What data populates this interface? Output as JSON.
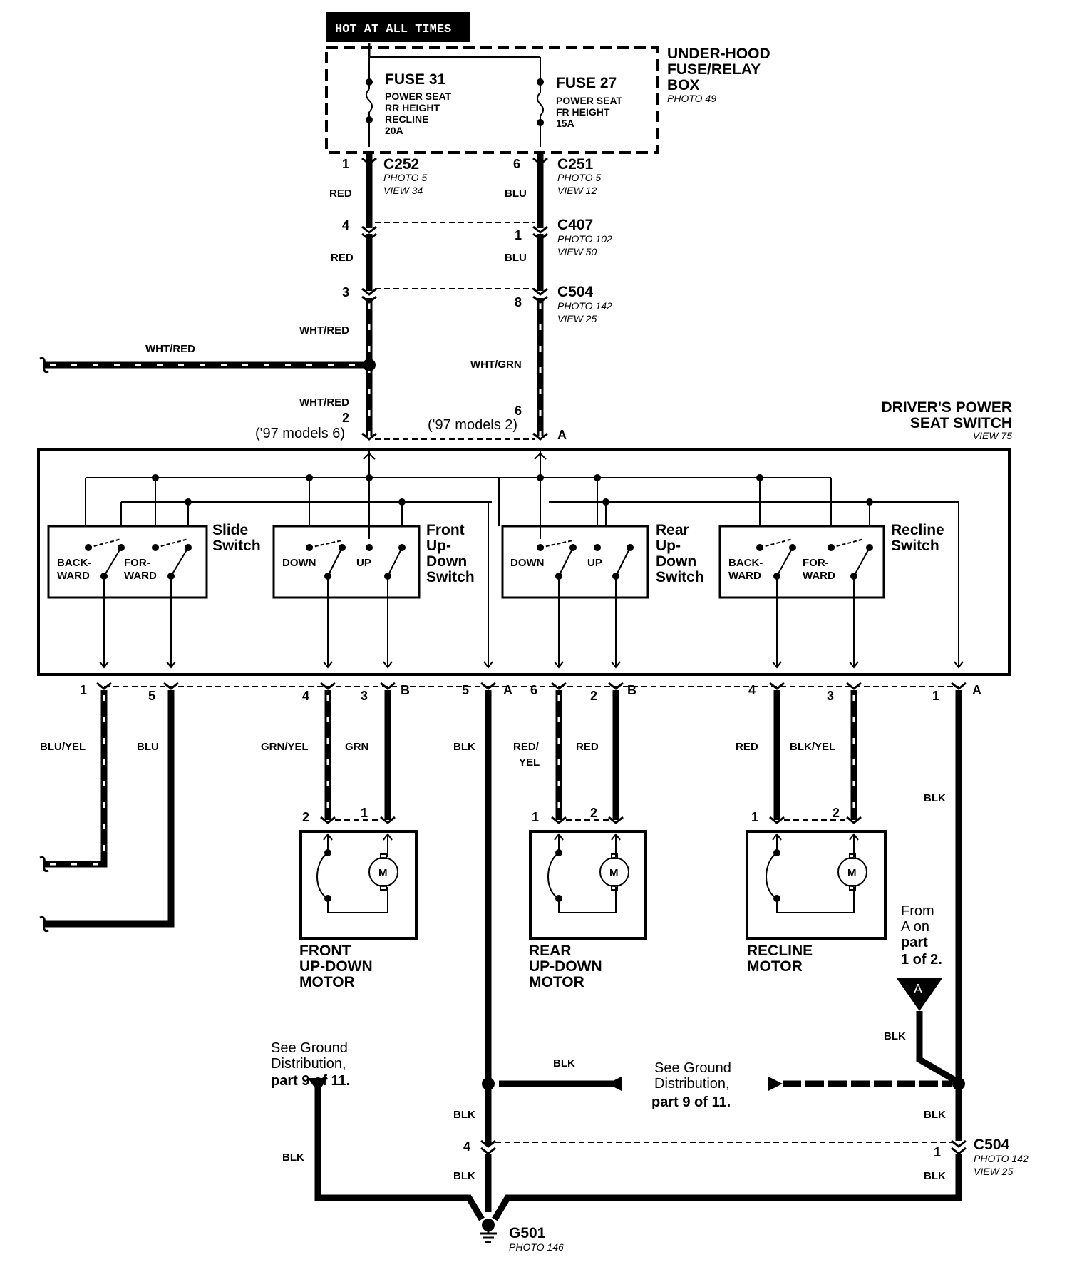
{
  "header": {
    "hot_at_all_times": "HOT AT ALL TIMES",
    "fuse_box_title_1": "UNDER-HOOD",
    "fuse_box_title_2": "FUSE/RELAY",
    "fuse_box_title_3": "BOX",
    "fuse_box_photo": "PHOTO 49"
  },
  "fuses": [
    {
      "name": "FUSE 31",
      "line1": "POWER SEAT",
      "line2": "RR HEIGHT",
      "line3": "RECLINE",
      "line4": "20A"
    },
    {
      "name": "FUSE 27",
      "line1": "POWER SEAT",
      "line2": "FR HEIGHT",
      "line3": "15A"
    }
  ],
  "connectors": {
    "c252": {
      "name": "C252",
      "photo": "PHOTO 5",
      "view": "VIEW 34"
    },
    "c251": {
      "name": "C251",
      "photo": "PHOTO 5",
      "view": "VIEW 12"
    },
    "c407": {
      "name": "C407",
      "photo": "PHOTO 102",
      "view": "VIEW 50"
    },
    "c504_top": {
      "name": "C504",
      "photo": "PHOTO 142",
      "view": "VIEW 25"
    },
    "c504_bottom": {
      "name": "C504",
      "photo": "PHOTO 142",
      "view": "VIEW 25"
    }
  },
  "pins": {
    "c252": "1",
    "c251": "6",
    "c407_left": "4",
    "c407_right": "1",
    "c504_left": "3",
    "c504_right": "8",
    "switch_left": "2",
    "switch_left_97": "('97 models 6)",
    "switch_right": "6",
    "switch_right_97": "('97 models 2)",
    "switch_right_letter": "A",
    "bottom": [
      "1",
      "5",
      "4",
      "3",
      "B",
      "5",
      "A",
      "6",
      "2",
      "B",
      "4",
      "3",
      "1",
      "A"
    ],
    "motor_front": [
      "2",
      "1"
    ],
    "motor_rear": [
      "1",
      "2"
    ],
    "motor_recline": [
      "1",
      "2"
    ],
    "c504_bottom_left": "4",
    "c504_bottom_right": "1"
  },
  "wires": {
    "red1": "RED",
    "blu1": "BLU",
    "red2": "RED",
    "blu2": "BLU",
    "wht_red_a": "WHT/RED",
    "wht_red_side": "WHT/RED",
    "wht_grn": "WHT/GRN",
    "wht_red_b": "WHT/RED",
    "blu_yel": "BLU/YEL",
    "blu": "BLU",
    "grn_yel": "GRN/YEL",
    "grn": "GRN",
    "blk_mid": "BLK",
    "red_yel_1": "RED/",
    "red_yel_2": "YEL",
    "red_rear": "RED",
    "red_recline": "RED",
    "blk_yel": "BLK/YEL",
    "blk_right": "BLK",
    "blk_from_a": "BLK",
    "blk_ground_mid": "BLK",
    "blk_c504_l_top": "BLK",
    "blk_c504_l_bot": "BLK",
    "blk_c504_r_top": "BLK",
    "blk_c504_r_bot": "BLK",
    "blk_left_ground": "BLK"
  },
  "switch_assembly": {
    "title_1": "DRIVER'S POWER",
    "title_2": "SEAT SWITCH",
    "view": "VIEW 75",
    "slide": {
      "name_1": "Slide",
      "name_2": "Switch",
      "left_1": "BACK-",
      "left_2": "WARD",
      "right_1": "FOR-",
      "right_2": "WARD"
    },
    "front": {
      "name_1": "Front",
      "name_2": "Up-",
      "name_3": "Down",
      "name_4": "Switch",
      "left": "DOWN",
      "right": "UP"
    },
    "rear": {
      "name_1": "Rear",
      "name_2": "Up-",
      "name_3": "Down",
      "name_4": "Switch",
      "left": "DOWN",
      "right": "UP"
    },
    "recline": {
      "name_1": "Recline",
      "name_2": "Switch",
      "left_1": "BACK-",
      "left_2": "WARD",
      "right_1": "FOR-",
      "right_2": "WARD"
    }
  },
  "motors": {
    "front": {
      "line1": "FRONT",
      "line2": "UP-DOWN",
      "line3": "MOTOR",
      "symbol": "M"
    },
    "rear": {
      "line1": "REAR",
      "line2": "UP-DOWN",
      "line3": "MOTOR",
      "symbol": "M"
    },
    "recline": {
      "line1": "RECLINE",
      "line2": "MOTOR",
      "symbol": "M"
    }
  },
  "notes": {
    "from_a_1": "From",
    "from_a_2": "A on",
    "from_a_3": "part",
    "from_a_4": "1 of 2.",
    "from_a_letter": "A",
    "ground_left_1": "See Ground",
    "ground_left_2": "Distribution,",
    "ground_left_3": "part 9 of 11.",
    "ground_right_1": "See Ground",
    "ground_right_2": "Distribution,",
    "ground_right_3": "part 9 of 11."
  },
  "ground": {
    "name": "G501",
    "photo": "PHOTO 146"
  }
}
